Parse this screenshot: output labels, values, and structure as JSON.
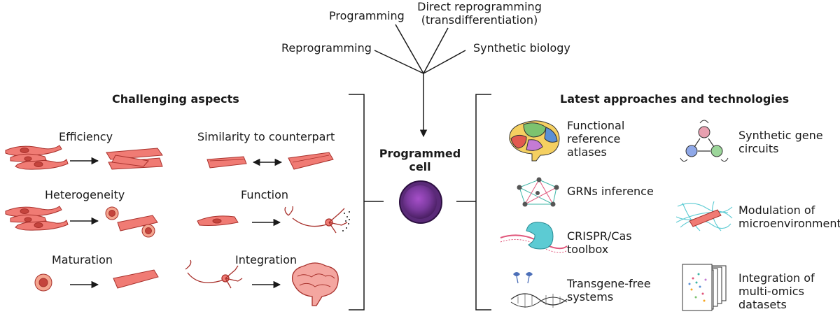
{
  "top": {
    "reprogramming": "Reprogramming",
    "programming": "Programming",
    "direct_line1": "Direct reprogramming",
    "direct_line2": "(transdifferentiation)",
    "synthetic_biology": "Synthetic biology"
  },
  "center": {
    "line1": "Programmed",
    "line2": "cell"
  },
  "left": {
    "heading": "Challenging aspects",
    "efficiency": "Efficiency",
    "similarity": "Similarity to counterpart",
    "heterogeneity": "Heterogeneity",
    "function": "Function",
    "maturation": "Maturation",
    "integration": "Integration"
  },
  "right": {
    "heading": "Latest approaches and technologies",
    "atlases": [
      "Functional",
      "reference",
      "atlases"
    ],
    "grn": "GRNs inference",
    "crispr": [
      "CRISPR/Cas",
      "toolbox"
    ],
    "transgene": [
      "Transgene-free",
      "systems"
    ],
    "circuits": [
      "Synthetic gene",
      "circuits"
    ],
    "microenv": [
      "Modulation of",
      "microenvironment"
    ],
    "omics": [
      "Integration of",
      "multi-omics",
      "datasets"
    ]
  },
  "colors": {
    "cell_fill": "#f07b74",
    "cell_stroke": "#a8312c",
    "purple": "#8e44ad",
    "brain": "#f4a6a0",
    "teal": "#5ccbd3"
  }
}
